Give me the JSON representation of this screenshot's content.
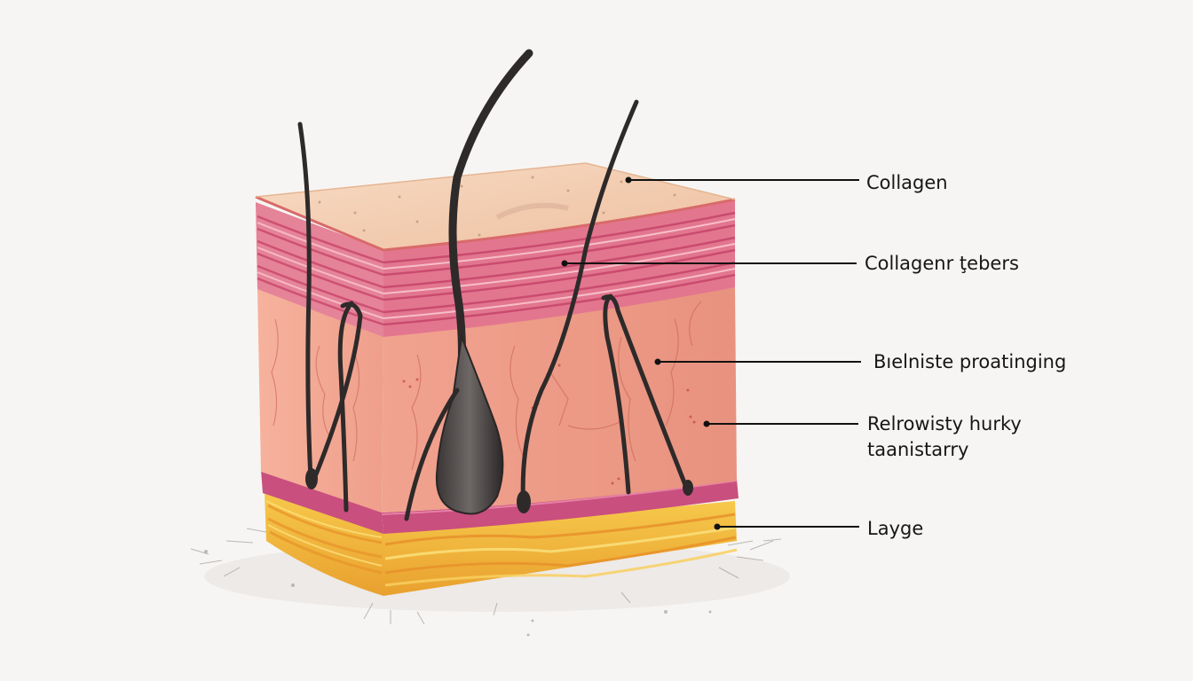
{
  "labels": [
    {
      "id": "collagen",
      "lines": [
        "Collagen"
      ]
    },
    {
      "id": "collagen-fibers",
      "lines": [
        "Collagenr ţebers"
      ]
    },
    {
      "id": "belniste",
      "lines": [
        "Bıelniste proatinging"
      ]
    },
    {
      "id": "relrowisty",
      "lines": [
        "Relrowisty hurky",
        "taanistarry"
      ]
    },
    {
      "id": "layge",
      "lines": [
        "Layge"
      ]
    }
  ],
  "colors": {
    "background": "#f6f5f3",
    "epidermis_top": "#f3cdb1",
    "fiber_band": "#e0708a",
    "dermis": "#eb9c8a",
    "subcutis_band": "#c94f7e",
    "fat_layer": "#f2b43a",
    "hair": "#2e2a2a",
    "leader_line": "#111111"
  },
  "icons": [
    "hair-shaft",
    "hair-follicle",
    "skin-block"
  ]
}
